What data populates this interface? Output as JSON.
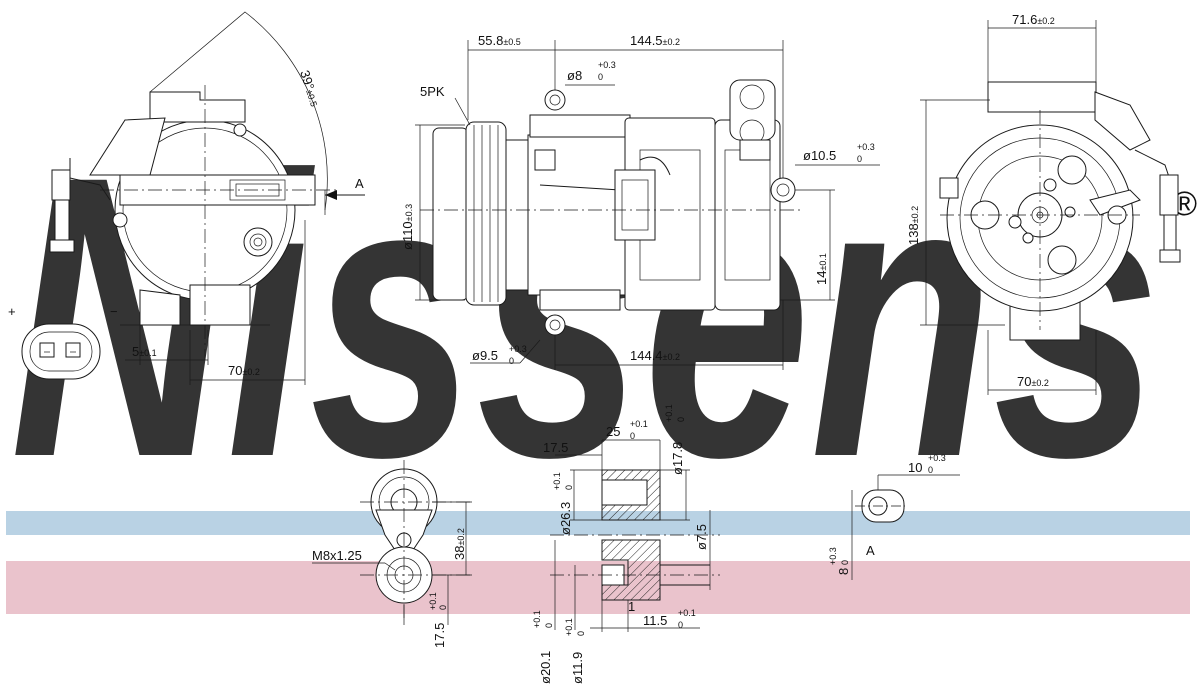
{
  "brand": {
    "watermark": "Nissens",
    "registered_mark": "®",
    "watermark_color": "#a9c6dc",
    "band_blue": "#b9d2e4",
    "band_pink": "#eac3cc"
  },
  "labels": {
    "belt": "5PK",
    "view_marker": "A",
    "thread": "M8x1.25",
    "connector_plus": "+",
    "connector_minus": "−"
  },
  "dimensions": {
    "angle": {
      "main": "39°",
      "tol": "±0.5"
    },
    "left_5": {
      "main": "5",
      "tol": "±0.1"
    },
    "left_70": {
      "main": "70",
      "tol": "±0.2"
    },
    "top_55_8": {
      "main": "55.8",
      "tol": "±0.5"
    },
    "top_144_5": {
      "main": "144.5",
      "tol": "±0.2"
    },
    "hole_8": {
      "main": "ø8",
      "up": "+0.3",
      "low": "0"
    },
    "hole_10_5": {
      "main": "ø10.5",
      "up": "+0.3",
      "low": "0"
    },
    "hole_9_5": {
      "main": "ø9.5",
      "up": "+0.3",
      "low": "0"
    },
    "dia_110": {
      "main": "ø110",
      "tol": "±0.3"
    },
    "dim_14": {
      "main": "14",
      "tol": "±0.1"
    },
    "bottom_144_4": {
      "main": "144.4",
      "tol": "±0.2"
    },
    "right_71_6": {
      "main": "71.6",
      "tol": "±0.2"
    },
    "right_138": {
      "main": "138",
      "tol": "±0.2"
    },
    "right_70": {
      "main": "70",
      "tol": "±0.2"
    },
    "sec_17_5_top": {
      "main": "17.5"
    },
    "sec_25": {
      "main": "25",
      "up": "+0.1",
      "low": "0"
    },
    "sec_17_8": {
      "main": "ø17.8",
      "up": "+0.1",
      "low": "0"
    },
    "sec_26_3": {
      "main": "ø26.3",
      "up": "+0.1",
      "low": "0"
    },
    "sec_7_5": {
      "main": "ø7.5"
    },
    "sec_20_1": {
      "main": "ø20.1",
      "up": "+0.1",
      "low": "0"
    },
    "sec_11_9": {
      "main": "ø11.9",
      "up": "+0.1",
      "low": "0"
    },
    "sec_11_5": {
      "main": "11.5",
      "up": "+0.1",
      "low": "0"
    },
    "sec_1": {
      "main": "1"
    },
    "port_38": {
      "main": "38",
      "tol": "±0.2"
    },
    "port_17_5": {
      "main": "17.5",
      "up": "+0.1",
      "low": "0"
    },
    "detail_10": {
      "main": "10",
      "up": "+0.3",
      "low": "0"
    },
    "detail_8": {
      "main": "8",
      "up": "+0.3",
      "low": "0"
    }
  }
}
